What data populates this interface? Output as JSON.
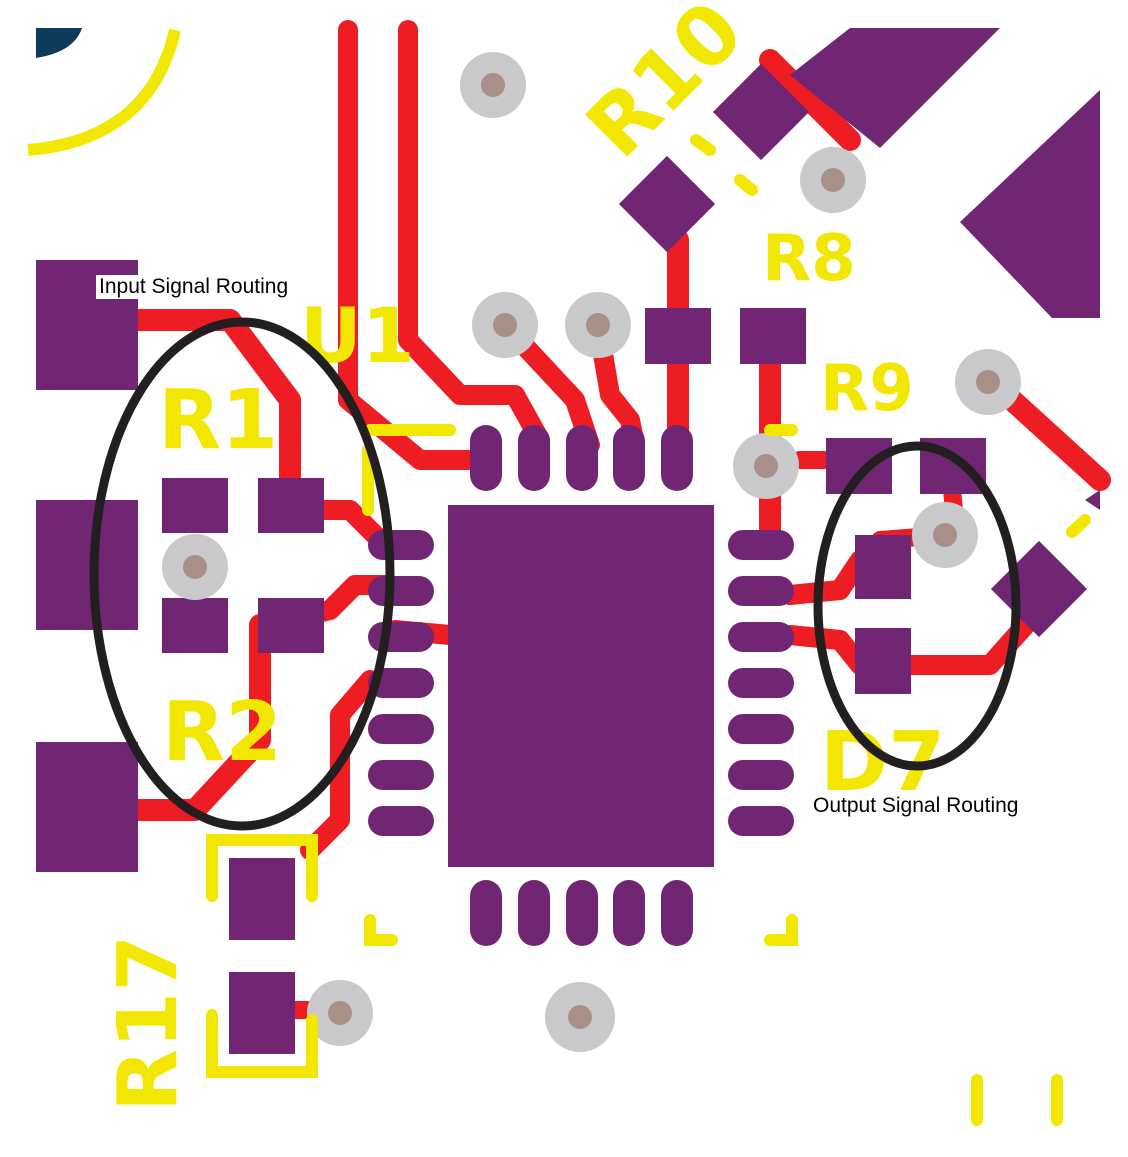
{
  "annotations": {
    "input": "Input Signal Routing",
    "output": "Output Signal Routing"
  },
  "designators": {
    "u1": "U1",
    "r1": "R1",
    "r2": "R2",
    "r8": "R8",
    "r9": "R9",
    "r10": "R10",
    "r17": "R17",
    "d7": "D7"
  },
  "colors": {
    "pad": "#702673",
    "trace": "#ee1d24",
    "silkscreen": "#f2e700",
    "via_ring": "#c9c9cc",
    "via_hole": "#a88f87",
    "highlight_ellipse": "#231f20",
    "corner_marker": "#0d3b5c"
  }
}
